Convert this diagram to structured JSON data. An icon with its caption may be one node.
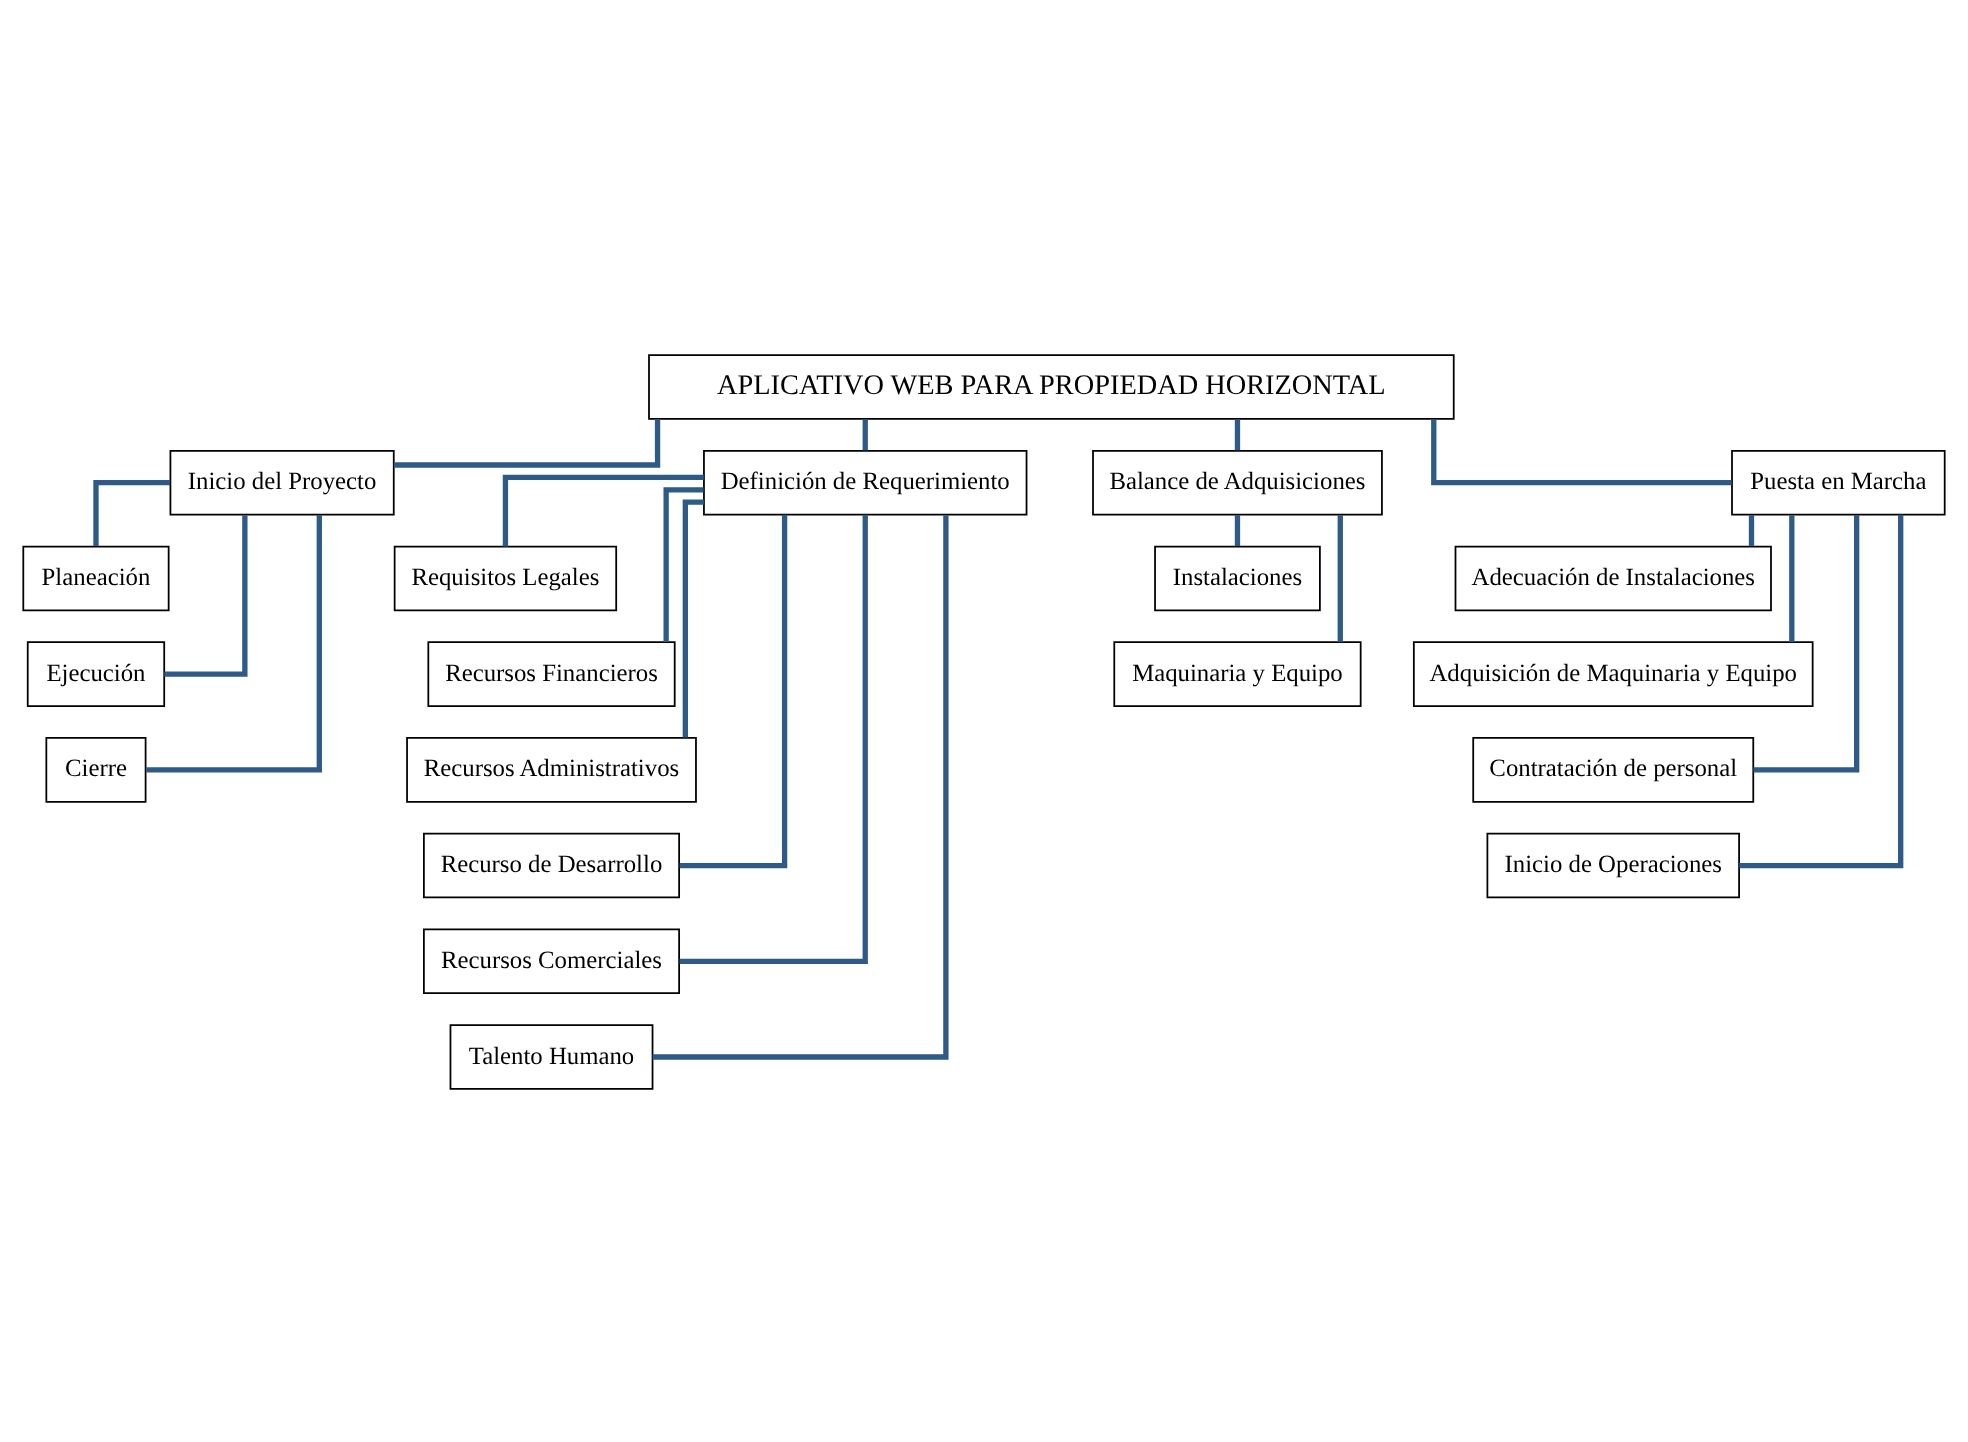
{
  "diagram": {
    "nodes": [
      {
        "text": [
          "APLICATIVO WEB PARA PROPIEDAD HORIZONTAL"
        ]
      },
      {
        "text": [
          "Inicio del Proyecto"
        ]
      },
      {
        "text": [
          "Definición de Requerimiento"
        ]
      },
      {
        "text": [
          "Balance de Adquisiciones"
        ]
      },
      {
        "text": [
          "Puesta en Marcha"
        ]
      },
      {
        "text": [
          "Planeación"
        ]
      },
      {
        "text": [
          "Ejecución"
        ]
      },
      {
        "text": [
          "Cierre"
        ]
      },
      {
        "text": [
          "Requisitos Legales"
        ]
      },
      {
        "text": [
          "Recursos Financieros"
        ]
      },
      {
        "text": [
          "Recursos Administrativos"
        ]
      },
      {
        "text": [
          "Recurso de Desarrollo"
        ]
      },
      {
        "text": [
          "Recursos Comerciales"
        ]
      },
      {
        "text": [
          "Talento Humano"
        ]
      },
      {
        "text": [
          "Instalaciones"
        ]
      },
      {
        "text": [
          "Maquinaria y Equipo"
        ]
      },
      {
        "text": [
          "Adecuación de Instalaciones"
        ]
      },
      {
        "text": [
          "Adquisición de Maquinaria y Equipo"
        ]
      },
      {
        "text": [
          "Contratación de personal"
        ]
      },
      {
        "text": [
          "Inicio de Operaciones"
        ]
      }
    ],
    "edges": [
      {
        "from": 0,
        "to": 1,
        "arrow": "none"
      },
      {
        "from": 0,
        "to": 2,
        "arrow": "none"
      },
      {
        "from": 0,
        "to": 3,
        "arrow": "none"
      },
      {
        "from": 0,
        "to": 4,
        "arrow": "none"
      },
      {
        "from": 1,
        "to": 5,
        "arrow": "none"
      },
      {
        "from": 1,
        "to": 6,
        "arrow": "none"
      },
      {
        "from": 1,
        "to": 7,
        "arrow": "none"
      },
      {
        "from": 2,
        "to": 8,
        "arrow": "none"
      },
      {
        "from": 2,
        "to": 9,
        "arrow": "none"
      },
      {
        "from": 2,
        "to": 10,
        "arrow": "none"
      },
      {
        "from": 2,
        "to": 11,
        "arrow": "none"
      },
      {
        "from": 2,
        "to": 12,
        "arrow": "none"
      },
      {
        "from": 2,
        "to": 13,
        "arrow": "none"
      },
      {
        "from": 3,
        "to": 14,
        "arrow": "none"
      },
      {
        "from": 3,
        "to": 15,
        "arrow": "none"
      },
      {
        "from": 4,
        "to": 16,
        "arrow": "none"
      },
      {
        "from": 4,
        "to": 17,
        "arrow": "none"
      },
      {
        "from": 4,
        "to": 18,
        "arrow": "none"
      },
      {
        "from": 4,
        "to": 19,
        "arrow": "none"
      }
    ]
  }
}
